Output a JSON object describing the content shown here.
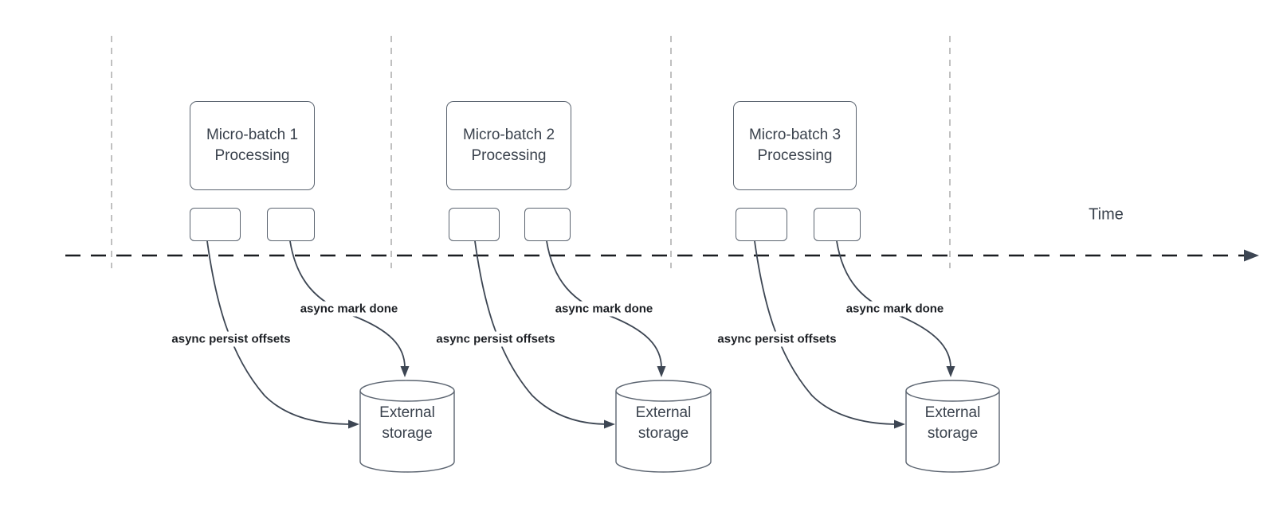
{
  "diagram": {
    "time_label": "Time",
    "groups": [
      {
        "box_label": "Micro-batch 1\nProcessing",
        "persist_label": "async persist offsets",
        "mark_done_label": "async mark done",
        "storage_label": "External\nstorage"
      },
      {
        "box_label": "Micro-batch 2\nProcessing",
        "persist_label": "async persist offsets",
        "mark_done_label": "async mark done",
        "storage_label": "External\nstorage"
      },
      {
        "box_label": "Micro-batch 3\nProcessing",
        "persist_label": "async persist offsets",
        "mark_done_label": "async mark done",
        "storage_label": "External\nstorage"
      }
    ],
    "colors": {
      "curve": "#3d4653",
      "timeline": "#1a1d21",
      "guide": "#b0b0b0",
      "box_border": "#5b6470",
      "text": "#3a424d",
      "label_text": "#1d2025",
      "background": "#ffffff"
    }
  }
}
